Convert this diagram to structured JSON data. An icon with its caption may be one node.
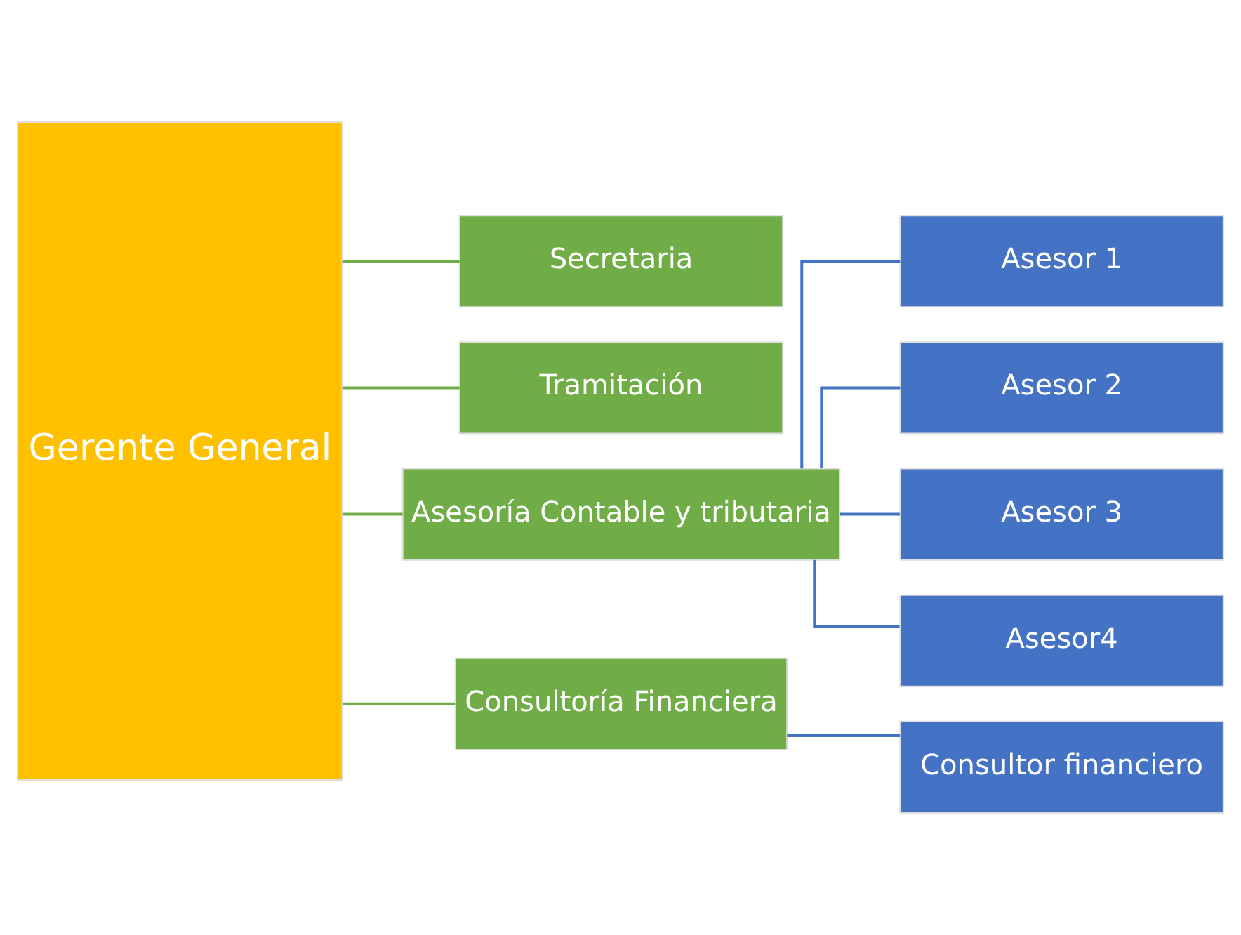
{
  "diagram": {
    "nodes": [
      {
        "text": [
          "Gerente General"
        ]
      },
      {
        "text": [
          "Secretaria"
        ]
      },
      {
        "text": [
          "Tramitación"
        ]
      },
      {
        "text": [
          "Asesoría Contable y tributaria"
        ]
      },
      {
        "text": [
          "Asesor 1"
        ]
      },
      {
        "text": [
          "Asesor 2"
        ]
      },
      {
        "text": [
          "Asesor 3"
        ]
      },
      {
        "text": [
          "Asesor4"
        ]
      },
      {
        "text": [
          "Consultoría Financiera"
        ]
      },
      {
        "text": [
          "Consultor financiero"
        ]
      }
    ],
    "edges": [
      {
        "from": 0,
        "to": 1,
        "arrow": "none",
        "color": "#70ad47"
      },
      {
        "from": 0,
        "to": 2,
        "arrow": "none",
        "color": "#70ad47"
      },
      {
        "from": 0,
        "to": 3,
        "arrow": "none",
        "color": "#70ad47"
      },
      {
        "from": 0,
        "to": 8,
        "arrow": "none",
        "color": "#70ad47"
      },
      {
        "from": 3,
        "to": 4,
        "arrow": "none",
        "color": "#4472c4"
      },
      {
        "from": 3,
        "to": 5,
        "arrow": "none",
        "color": "#4472c4"
      },
      {
        "from": 3,
        "to": 6,
        "arrow": "none",
        "color": "#4472c4"
      },
      {
        "from": 3,
        "to": 7,
        "arrow": "none",
        "color": "#4472c4"
      },
      {
        "from": 8,
        "to": 9,
        "arrow": "none",
        "color": "#4472c4"
      }
    ]
  }
}
